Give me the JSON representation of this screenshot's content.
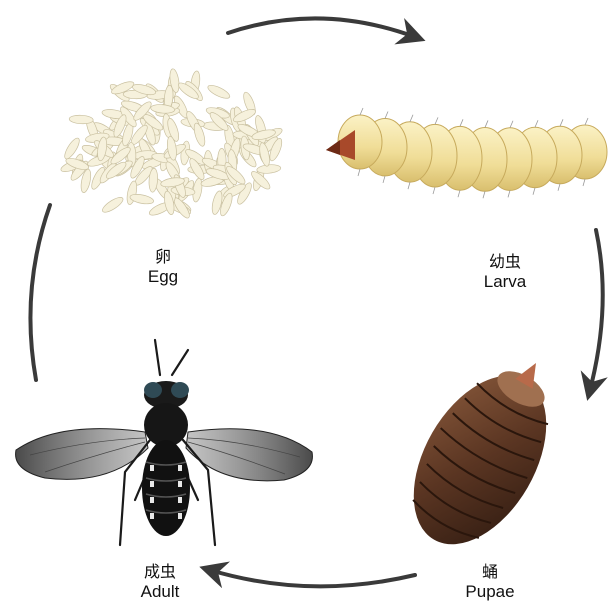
{
  "stages": {
    "egg": {
      "zh": "卵",
      "en": "Egg"
    },
    "larva": {
      "zh": "幼虫",
      "en": "Larva"
    },
    "pupae": {
      "zh": "蛹",
      "en": "Pupae"
    },
    "adult": {
      "zh": "成虫",
      "en": "Adult"
    }
  },
  "colors": {
    "arrow": "#3a3a3a",
    "egg": "#f1ecd6",
    "larva": "#f2e4a8",
    "larva_head": "#a8492a",
    "pupa": "#5e3a26",
    "adult": "#1a1a1a"
  },
  "icons": [
    "egg-cluster-icon",
    "larva-icon",
    "pupa-icon",
    "adult-fly-icon",
    "cycle-arrow-icon"
  ]
}
